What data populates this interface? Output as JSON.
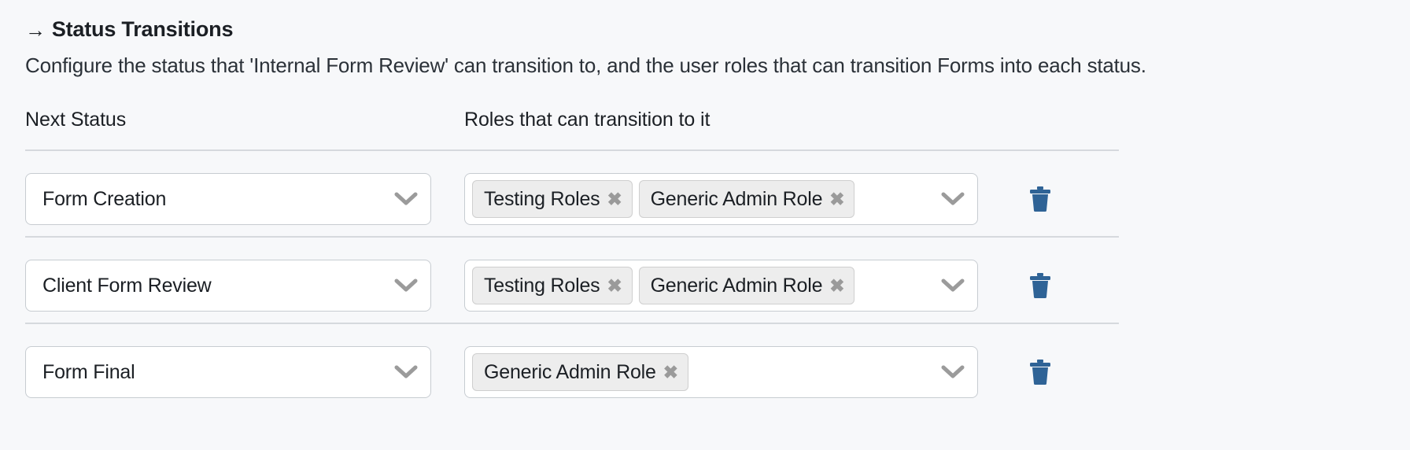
{
  "section": {
    "arrow_icon": "→",
    "title": "Status Transitions",
    "description": "Configure the status that 'Internal Form Review' can transition to, and the user roles that can transition Forms into each status."
  },
  "columns": {
    "status_header": "Next Status",
    "roles_header": "Roles that can transition to it"
  },
  "colors": {
    "page_background": "#f7f8fa",
    "field_background": "#ffffff",
    "field_border": "#c7ccd1",
    "tag_background": "#ededed",
    "tag_border": "#cfcfcf",
    "tag_remove": "#9a9a9a",
    "chevron": "#9b9b9b",
    "trash_icon": "#2f6396",
    "separator": "#d6d9dd",
    "text": "#1b1f24"
  },
  "rows": [
    {
      "status": "Form Creation",
      "status_chevron_icon": "chevron-down-icon",
      "roles": [
        {
          "label": "Testing Roles",
          "remove_icon": "✖"
        },
        {
          "label": "Generic Admin Role",
          "remove_icon": "✖"
        }
      ],
      "roles_chevron_icon": "chevron-down-icon",
      "delete_icon": "trash-icon"
    },
    {
      "status": "Client Form Review",
      "status_chevron_icon": "chevron-down-icon",
      "roles": [
        {
          "label": "Testing Roles",
          "remove_icon": "✖"
        },
        {
          "label": "Generic Admin Role",
          "remove_icon": "✖"
        }
      ],
      "roles_chevron_icon": "chevron-down-icon",
      "delete_icon": "trash-icon"
    },
    {
      "status": "Form Final",
      "status_chevron_icon": "chevron-down-icon",
      "roles": [
        {
          "label": "Generic Admin Role",
          "remove_icon": "✖"
        }
      ],
      "roles_chevron_icon": "chevron-down-icon",
      "delete_icon": "trash-icon"
    }
  ]
}
